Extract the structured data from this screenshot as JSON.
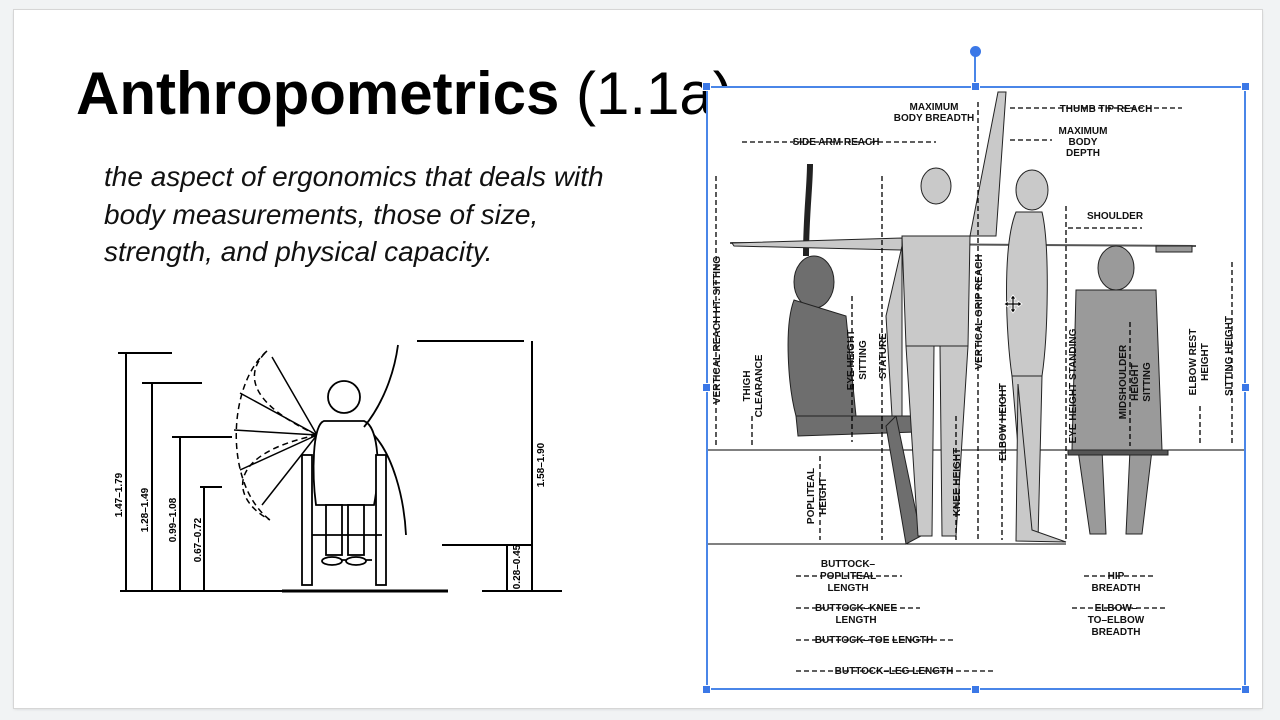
{
  "slide": {
    "title_bold": "Anthropometrics",
    "title_suffix": "(1.1a)",
    "description": "the aspect of ergonomics that deals with body measurements, those of size, strength, and physical capacity."
  },
  "wheelchair_figure": {
    "dimensions": [
      "1.47–1.79",
      "1.28–1.49",
      "0.99–1.08",
      "0.67–0.72",
      "1.58–1.90",
      "0.28–0.45"
    ]
  },
  "anthropometric_figure": {
    "labels": {
      "max_body_breadth": [
        "MAXIMUM",
        "BODY BREADTH"
      ],
      "side_arm_reach": "SIDE ARM REACH",
      "thumb_tip_reach": "THUMB TIP REACH",
      "max_body_depth": [
        "MAXIMUM",
        "BODY",
        "DEPTH"
      ],
      "shoulder": "SHOULDER",
      "vertical_reach_sitting": "VERTICAL REACH HT. SITTING",
      "thigh_clearance": [
        "THIGH",
        "CLEARANCE"
      ],
      "eye_height_sitting": [
        "EYE HEIGHT",
        "SITTING"
      ],
      "stature": "STATURE",
      "vertical_grip_reach": "VERTICAL GRIP REACH",
      "eye_height_standing": "EYE HEIGHT STANDING",
      "midshoulder_height_sitting": [
        "MIDSHOULDER",
        "HEIGHT",
        "SITTING"
      ],
      "elbow_rest_height": [
        "ELBOW REST",
        "HEIGHT"
      ],
      "sitting_height": "SITTING HEIGHT",
      "popliteal_height": [
        "POPLITEAL",
        "HEIGHT"
      ],
      "knee_height": "KNEE HEIGHT",
      "elbow_height": "ELBOW HEIGHT",
      "buttock_popliteal_length": [
        "BUTTOCK–",
        "POPLITEAL",
        "LENGTH"
      ],
      "buttock_knee_length": [
        "BUTTOCK–KNEE",
        "LENGTH"
      ],
      "buttock_toe_length": "BUTTOCK–TOE LENGTH",
      "buttock_leg_length": "BUTTOCK–LEG LENGTH",
      "hip_breadth": [
        "HIP",
        "BREADTH"
      ],
      "elbow_to_elbow_breadth": [
        "ELBOW–",
        "TO–ELBOW",
        "BREADTH"
      ]
    }
  },
  "colors": {
    "selection": "#4a86e8",
    "figure_light": "#c9c9c9",
    "figure_mid": "#9a9a9a",
    "figure_dark": "#6e6e6e"
  }
}
